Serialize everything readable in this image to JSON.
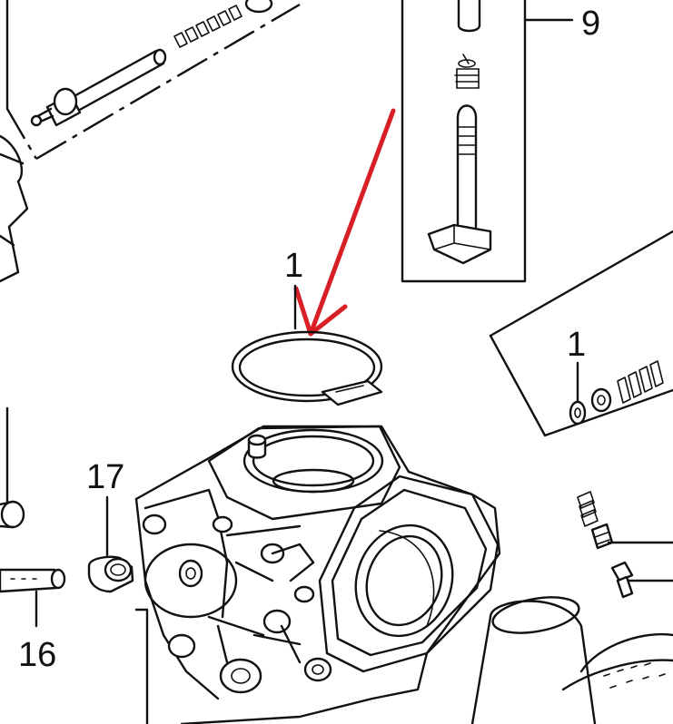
{
  "callouts": [
    {
      "id": "9",
      "text": "9"
    },
    {
      "id": "1a",
      "text": "1"
    },
    {
      "id": "1b",
      "text": "1"
    },
    {
      "id": "17",
      "text": "17"
    },
    {
      "id": "16",
      "text": "16"
    }
  ],
  "colors": {
    "line": "#111111",
    "arrow": "#d81f26",
    "background": "#ffffff"
  }
}
